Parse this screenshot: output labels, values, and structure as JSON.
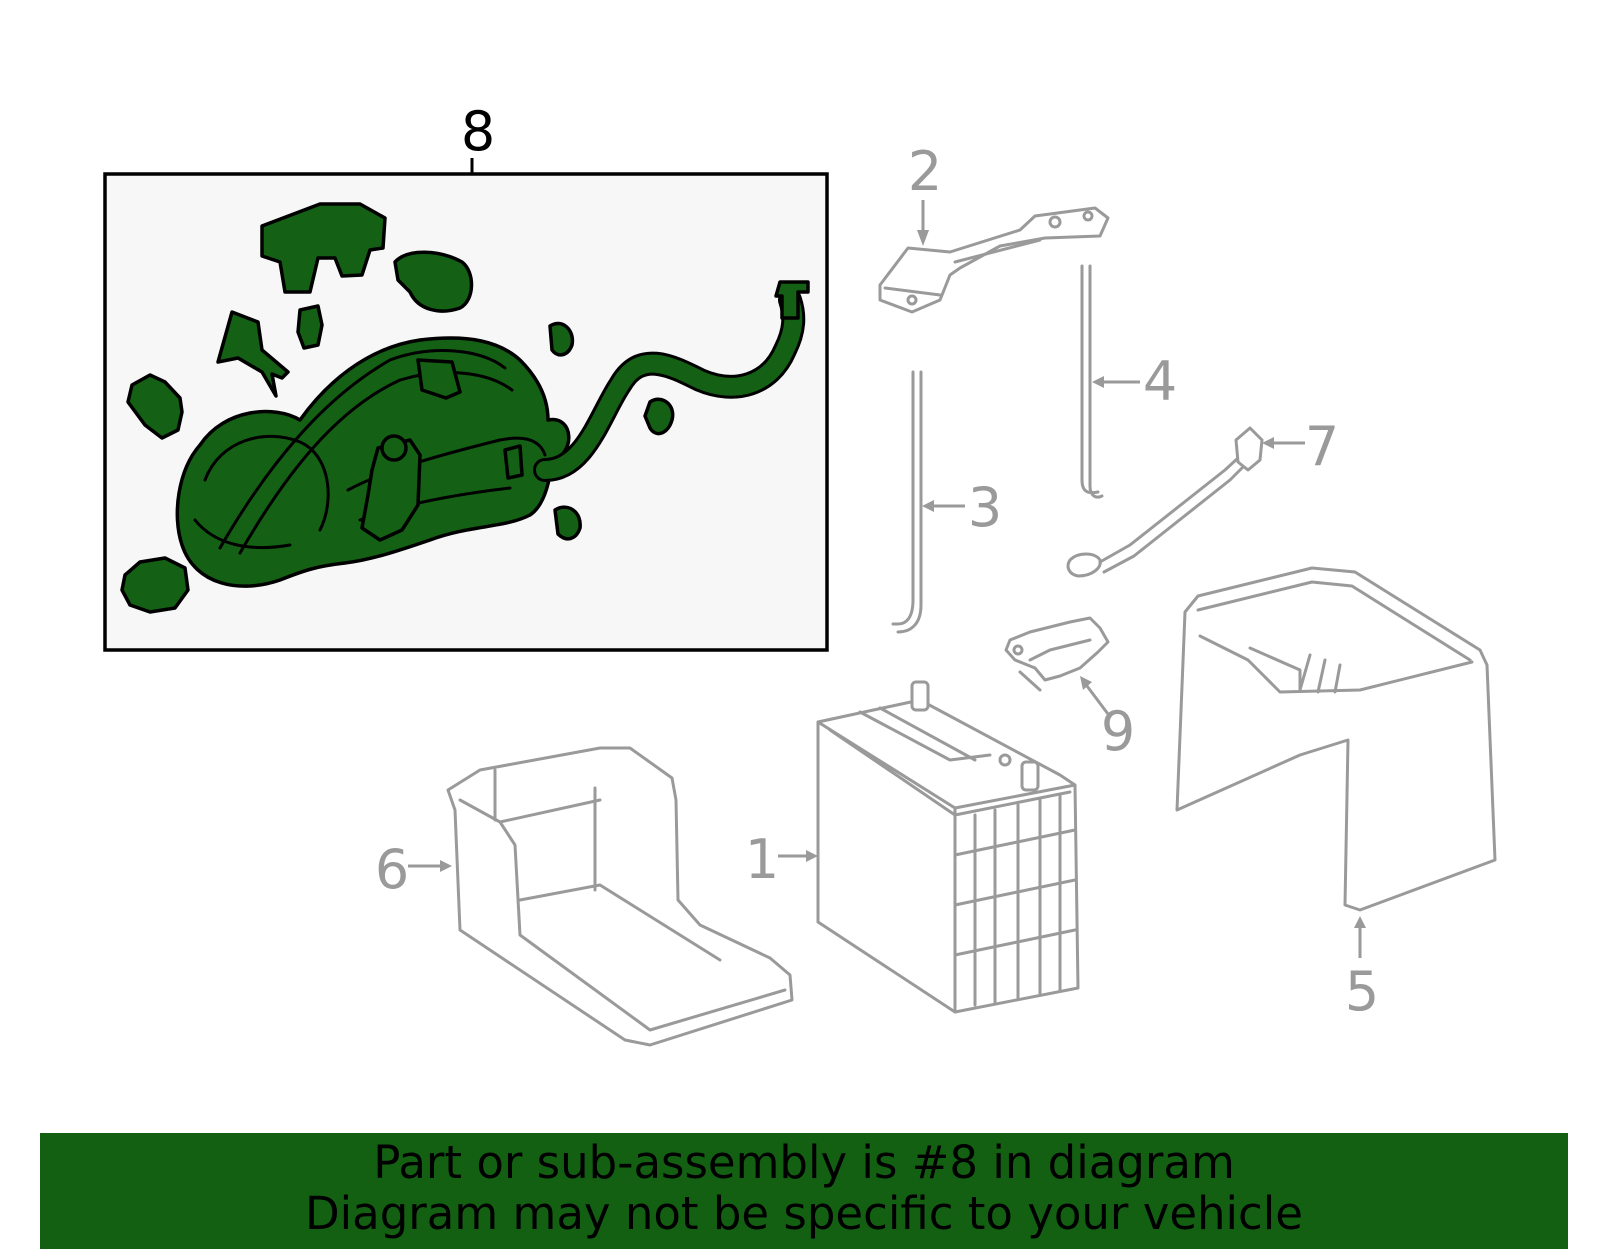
{
  "callouts": {
    "c1": "1",
    "c2": "2",
    "c3": "3",
    "c4": "4",
    "c5": "5",
    "c6": "6",
    "c7": "7",
    "c8": "8",
    "c9": "9"
  },
  "colors": {
    "highlight_fill": "#146014",
    "part_stroke": "#9a9a9a",
    "banner_background": "#136013"
  },
  "banner": {
    "line1": "Part or sub-assembly is #8 in diagram",
    "line2": "Diagram may not be specific to your vehicle"
  }
}
